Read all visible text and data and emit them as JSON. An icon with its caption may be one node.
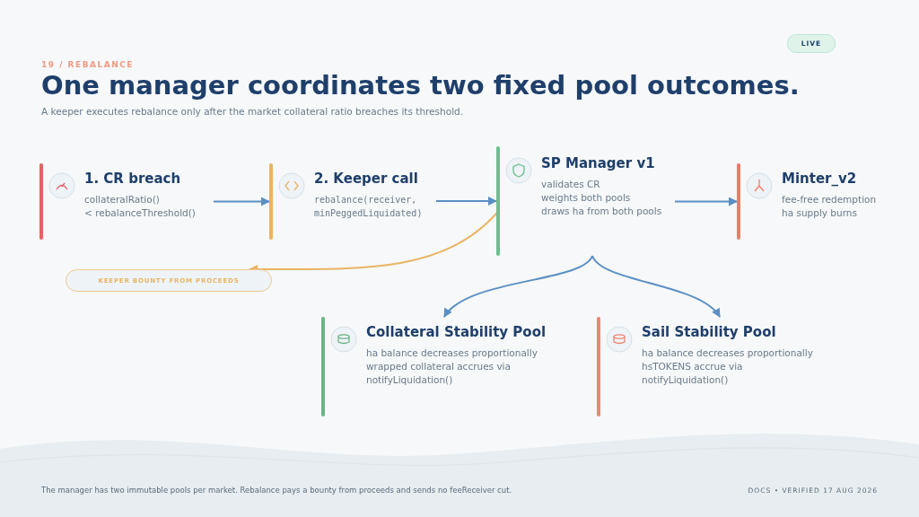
{
  "diagram": {
    "title": "One manager coordinates two fixed pool outcomes.",
    "nodes": [
      {
        "text": [
          "1. CR breach",
          "collateralRatio()",
          "< rebalanceThreshold()"
        ]
      },
      {
        "text": [
          "2. Keeper call",
          "rebalance(receiver, minPeggedLiquidated)"
        ]
      },
      {
        "text": [
          "SP Manager v1",
          "validates CR",
          "weights both pools",
          "draws ha from both pools"
        ]
      },
      {
        "text": [
          "Minter_v2",
          "fee-free redemption",
          "ha supply burns"
        ]
      },
      {
        "text": [
          "KEEPER BOUNTY FROM PROCEEDS"
        ]
      },
      {
        "text": [
          "Collateral Stability Pool",
          "ha balance decreases proportionally",
          "wrapped collateral accrues via notifyLiquidation()"
        ]
      },
      {
        "text": [
          "Sail Stability Pool",
          "ha balance decreases proportionally",
          "hsTOKENS accrue via notifyLiquidation()"
        ]
      }
    ],
    "edges": [
      {
        "from": 0,
        "to": 1,
        "arrow": "to"
      },
      {
        "from": 1,
        "to": 2,
        "arrow": "to"
      },
      {
        "from": 2,
        "to": 3,
        "arrow": "to"
      },
      {
        "from": 2,
        "to": 4,
        "arrow": "to",
        "color": "#e9b463"
      },
      {
        "from": 2,
        "to": 5,
        "arrow": "to"
      },
      {
        "from": 2,
        "to": 6,
        "arrow": "to"
      }
    ],
    "labels": [
      "19 / REBALANCE",
      "LIVE",
      "A keeper executes rebalance only after the market collateral ratio breaches its threshold.",
      "The manager has two immutable pools per market. Rebalance pays a bounty from proceeds and sends no feeReceiver cut.",
      "DOCS • VERIFIED 17 AUG 2026"
    ]
  }
}
